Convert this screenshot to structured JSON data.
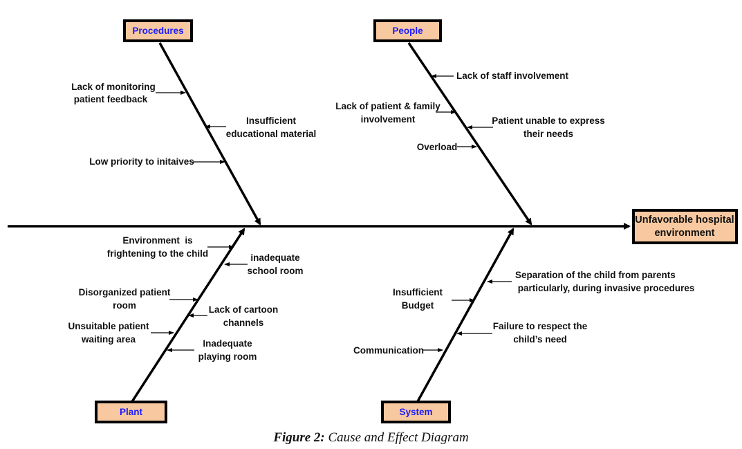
{
  "diagram": {
    "type": "fishbone",
    "effect": {
      "lines": [
        "Unfavorable hospital",
        "environment"
      ]
    },
    "colors": {
      "box_fill": "#f8c9a0",
      "category_text": "#1a1aff",
      "line": "#000000"
    },
    "categories": [
      {
        "name": "Procedures",
        "position": "top",
        "causes": [
          {
            "lines": [
              "Lack of monitoring",
              "patient feedback"
            ],
            "side": "left"
          },
          {
            "lines": [
              "Insufficient",
              "educational material"
            ],
            "side": "right"
          },
          {
            "lines": [
              "Low priority to initaives"
            ],
            "side": "left"
          }
        ]
      },
      {
        "name": "People",
        "position": "top",
        "causes": [
          {
            "lines": [
              "Lack of staff involvement"
            ],
            "side": "right"
          },
          {
            "lines": [
              "Lack of patient & family",
              "involvement"
            ],
            "side": "left"
          },
          {
            "lines": [
              "Patient unable to express",
              "their needs"
            ],
            "side": "right"
          },
          {
            "lines": [
              "Overload"
            ],
            "side": "left"
          }
        ]
      },
      {
        "name": "Plant",
        "position": "bottom",
        "causes": [
          {
            "lines": [
              "Environment  is",
              "frightening to the child"
            ],
            "side": "left"
          },
          {
            "lines": [
              "inadequate",
              "school room"
            ],
            "side": "right"
          },
          {
            "lines": [
              "Disorganized patient",
              "room"
            ],
            "side": "left"
          },
          {
            "lines": [
              "Lack of cartoon",
              "channels"
            ],
            "side": "right"
          },
          {
            "lines": [
              "Unsuitable patient",
              "waiting area"
            ],
            "side": "left"
          },
          {
            "lines": [
              "Inadequate",
              "playing room"
            ],
            "side": "right"
          }
        ]
      },
      {
        "name": "System",
        "position": "bottom",
        "causes": [
          {
            "lines": [
              "Separation of the child from parents",
              " particularly, during invasive procedures"
            ],
            "side": "right"
          },
          {
            "lines": [
              "Insufficient",
              "Budget"
            ],
            "side": "left"
          },
          {
            "lines": [
              "Failure to respect the",
              "child’s need"
            ],
            "side": "right"
          },
          {
            "lines": [
              "Communication"
            ],
            "side": "left"
          }
        ]
      }
    ]
  },
  "caption": {
    "figure": "Figure 2:",
    "text": " Cause and Effect Diagram"
  }
}
